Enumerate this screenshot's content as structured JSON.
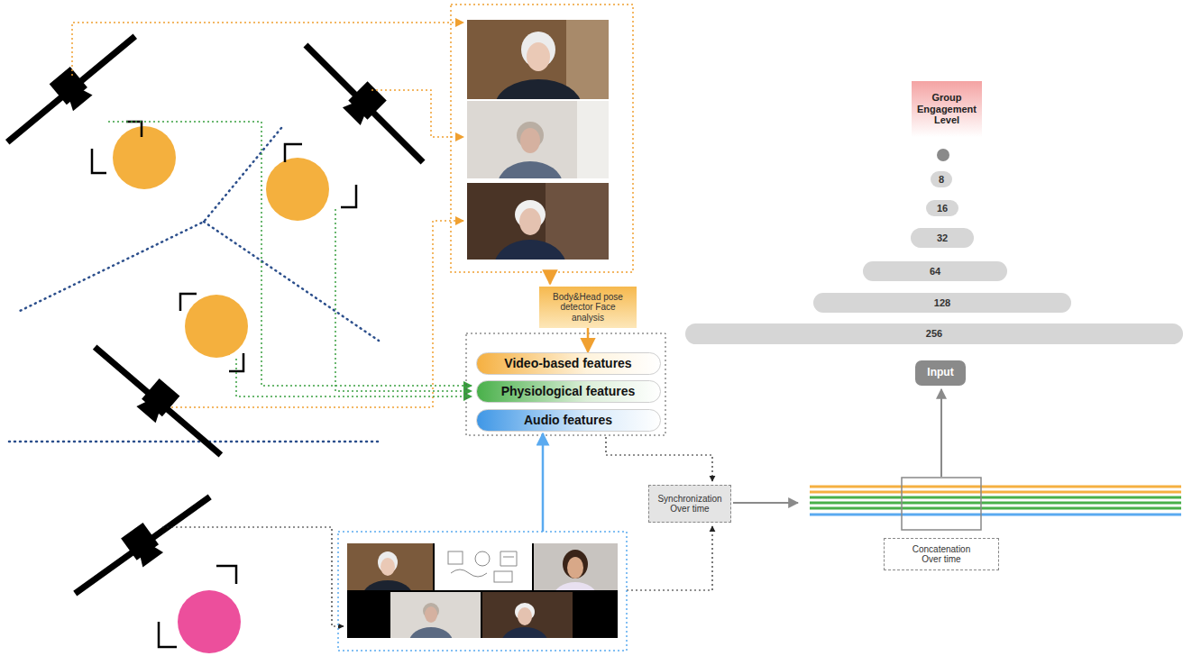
{
  "diagram": {
    "nodes": [
      {
        "text": [
          "Group Engagement Level"
        ]
      },
      {
        "text": [
          "8"
        ]
      },
      {
        "text": [
          "16"
        ]
      },
      {
        "text": [
          "32"
        ]
      },
      {
        "text": [
          "64"
        ]
      },
      {
        "text": [
          "128"
        ]
      },
      {
        "text": [
          "256"
        ]
      },
      {
        "text": [
          "Body&Head pose detector Face analysis"
        ]
      },
      {
        "text": [
          "Video-based features"
        ]
      },
      {
        "text": [
          "Physiological features"
        ]
      },
      {
        "text": [
          "Audio features"
        ]
      },
      {
        "text": [
          "Input"
        ]
      },
      {
        "text": [
          "Synchronization Over time"
        ]
      },
      {
        "text": [
          "Concatenation Over time"
        ]
      }
    ],
    "edges": [
      {
        "from": 7,
        "to": 8,
        "arrow": "to"
      }
    ]
  }
}
